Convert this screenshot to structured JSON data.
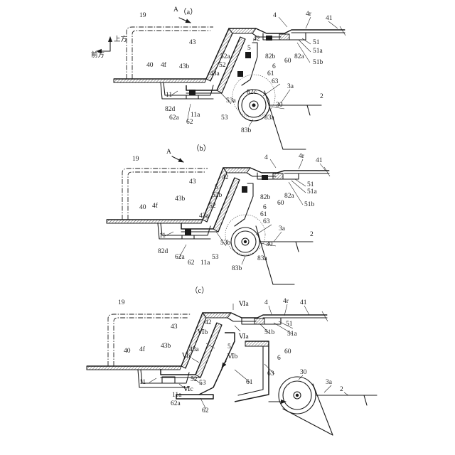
{
  "panels": [
    {
      "id": "a",
      "title": "（a）",
      "labels": {
        "A": "A",
        "p19": "19",
        "p4": "4",
        "p4r": "4r",
        "p41": "41",
        "p42": "42",
        "p51": "51",
        "p51a": "51a",
        "p51b": "51b",
        "p5": "5",
        "p52a": "52a",
        "p82b": "82b",
        "p82a": "82a",
        "p60": "60",
        "p52": "52",
        "p6": "6",
        "p43a": "43a",
        "p61": "61",
        "p43": "43",
        "p43b": "43b",
        "p40": "40",
        "p4f": "4f",
        "p11": "11",
        "p53a": "53a",
        "p82c": "82c",
        "p63": "63",
        "p3a": "3a",
        "p30": "30",
        "p2": "2",
        "p82d": "82d",
        "p62a": "62a",
        "p62": "62",
        "p11a": "11a",
        "p53": "53",
        "p83b": "83b",
        "p83a": "83a",
        "up": "上方",
        "front": "前方"
      }
    },
    {
      "id": "b",
      "title": "（b）",
      "labels": {
        "A": "A",
        "p19": "19",
        "p4": "4",
        "p4r": "4r",
        "p41": "41",
        "p42": "42",
        "p51": "51",
        "p51a": "51a",
        "p51b": "51b",
        "p5": "5",
        "p52b": "52b",
        "p82b": "82b",
        "p82a": "82a",
        "p60": "60",
        "p52": "52",
        "p6": "6",
        "p43a": "43a",
        "p61": "61",
        "p43": "43",
        "p43b": "43b",
        "p40": "40",
        "p4f": "4f",
        "p11": "11",
        "p53b": "53b",
        "p63": "63",
        "p3a": "3a",
        "p30": "30",
        "p2": "2",
        "p82d": "82d",
        "p62a": "62a",
        "p62": "62",
        "p11a": "11a",
        "p53": "53",
        "p83b": "83b",
        "p83a": "83a"
      }
    },
    {
      "id": "c",
      "title": "（c）",
      "labels": {
        "p19": "19",
        "p4": "4",
        "p4r": "4r",
        "p41": "41",
        "VIa_top": "Ⅵa",
        "VIa_mid": "Ⅵa",
        "p42": "42",
        "p51": "51",
        "p51a": "51a",
        "p51b": "51b",
        "p43": "43",
        "VIb_top": "Ⅵb",
        "p43a": "43a",
        "p5": "5",
        "VIb_bot": "Ⅵb",
        "p60": "60",
        "p6": "6",
        "p43b": "43b",
        "VIc_top": "Ⅵc",
        "p40": "40",
        "p4f": "4f",
        "p52": "52",
        "p63": "63",
        "p61": "61",
        "p11": "11",
        "p53": "53",
        "VIc_bot": "Ⅵc",
        "p11a": "11a",
        "p62a": "62a",
        "p62": "62",
        "p30": "30",
        "p3a": "3a",
        "p2": "2"
      }
    }
  ]
}
